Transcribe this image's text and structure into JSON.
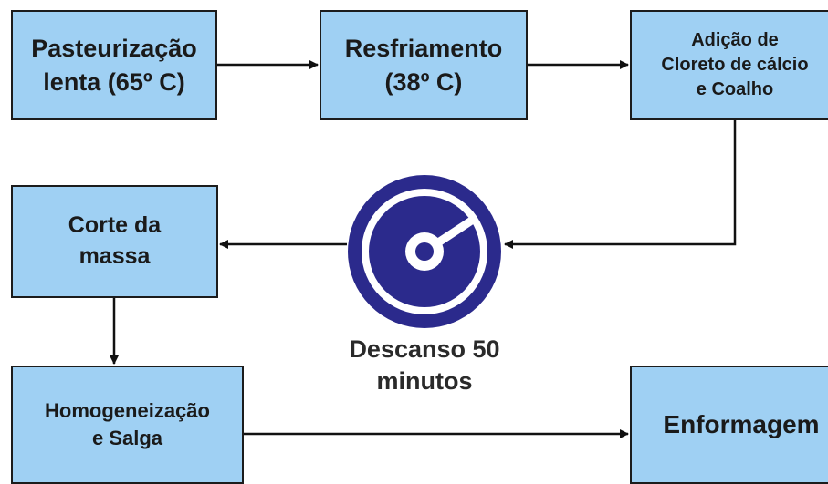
{
  "steps": {
    "pasteurizacao": {
      "line1": "Pasteurização",
      "line2": "lenta (65º C)"
    },
    "resfriamento": {
      "line1": "Resfriamento",
      "line2": "(38º C)"
    },
    "adicao": {
      "line1": "Adição de",
      "line2": "Cloreto de cálcio",
      "line3": "e Coalho"
    },
    "corte": {
      "line1": "Corte da",
      "line2": "massa"
    },
    "homogeneizacao": {
      "line1": "Homogeneização",
      "line2": "e Salga"
    },
    "enformagem": {
      "line1": "Enformagem"
    }
  },
  "rest": {
    "line1": "Descanso 50",
    "line2": "minutos",
    "icon": "timer-icon"
  },
  "colors": {
    "box_fill": "#9fd0f3",
    "box_border": "#1c1c1c",
    "arrow": "#111111",
    "timer": "#2b2a8c"
  }
}
